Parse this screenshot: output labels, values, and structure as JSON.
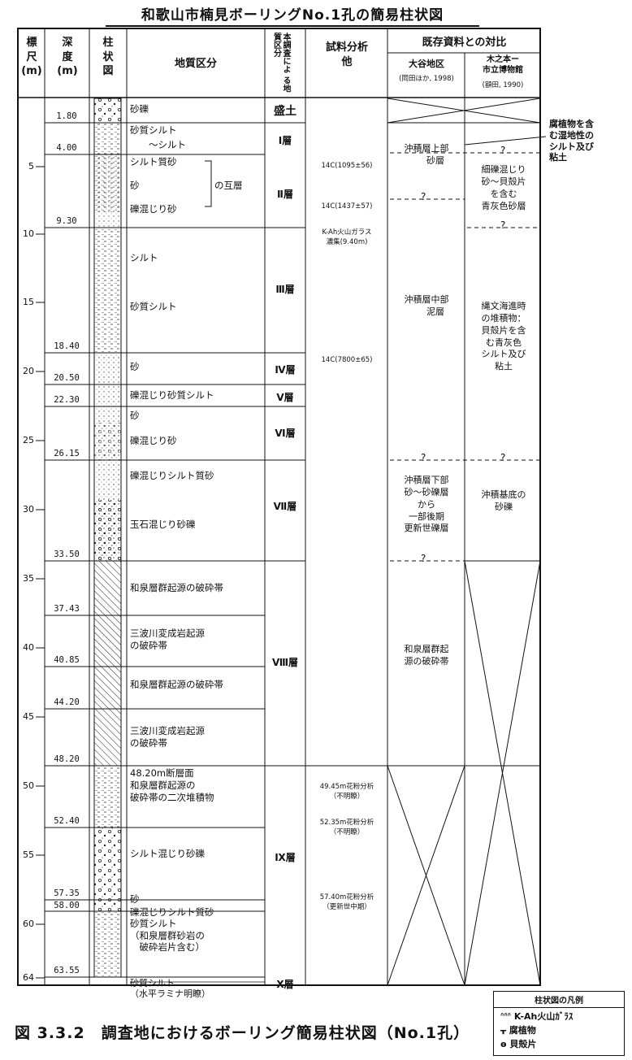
{
  "title": "和歌山市楠見ボーリングNo.1孔の簡易柱状図",
  "headers": {
    "scale": "標\n尺\n(m)",
    "depth": "深\n度\n(m)",
    "column": "柱\n状\n図",
    "geology": "地質区分",
    "survey_division": "本調査によ る地質区分",
    "analysis": "試料分析\n他",
    "comparison": "既存資料との対比",
    "ootani": "大谷地区",
    "ootani_ref": "(岡田ほか, 1998)",
    "museum": "木之本ー\n市立博物館",
    "museum_ref": "(額田, 1990)"
  },
  "scale_ticks": [
    "5",
    "10",
    "15",
    "20",
    "25",
    "30",
    "35",
    "40",
    "45",
    "50",
    "55",
    "60",
    "64"
  ],
  "depths": [
    "1.80",
    "4.00",
    "9.30",
    "18.40",
    "20.50",
    "22.30",
    "26.15",
    "33.50",
    "37.43",
    "40.85",
    "44.20",
    "48.20",
    "52.40",
    "57.35",
    "58.00",
    "63.55"
  ],
  "geology": [
    "砂礫",
    "砂質シルト\n　　〜シルト",
    "シルト質砂\n\n砂\n\n礫混じり砂",
    "の互層",
    "シルト\n\n\n\n砂質シルト",
    "砂",
    "礫混じり砂質シルト",
    "砂\n\n礫混じり砂",
    "礫混じりシルト質砂\n\n\n\n玉石混じり砂礫",
    "和泉層群起源の破砕帯",
    "三波川変成岩起源\nの破砕帯",
    "和泉層群起源の破砕帯",
    "三波川変成岩起源\nの破砕帯",
    "48.20m断層面\n和泉層群起源の\n破砕帯の二次堆積物",
    "シルト混じり砂礫",
    "砂",
    "礫混じりシルト質砂\n砂質シルト\n（和泉層群砂岩の\n　破砕岩片含む）",
    "砂質シルト\n（水平ラミナ明瞭）"
  ],
  "layers": [
    "盛土",
    "Ⅰ層",
    "Ⅱ層",
    "Ⅲ層",
    "Ⅳ層",
    "Ⅴ層",
    "Ⅵ層",
    "Ⅶ層",
    "Ⅷ層",
    "Ⅸ層",
    "Ⅹ層"
  ],
  "analysis": [
    "14C(1095±56)",
    "14C(1437±57)",
    "K-Ah火山ガラス\n濃集(9.40m)",
    "14C(7800±65)",
    "49.45m花粉分析\n（不明瞭）",
    "52.35m花粉分析\n（不明瞭）",
    "57.40m花粉分析\n（更新世中期）"
  ],
  "ootani": [
    "沖積層上部\n　　砂層",
    "沖積層中部\n　　泥層",
    "沖積層下部\n砂〜砂礫層\nから\n一部後期\n更新世礫層",
    "和泉層群起\n源の破砕帯"
  ],
  "museum": [
    "細礫混じり\n砂〜貝殻片\nを含む\n青灰色砂層",
    "縄文海進時\nの堆積物：\n貝殻片を含\nむ青灰色\nシルト及び\n粘土",
    "沖積基底の\n砂礫"
  ],
  "question_mark": "?",
  "note": "腐植物を含\nむ湿地性の\nシルト及び\n粘土",
  "caption": "図 3.3.2　調査地におけるボーリング簡易柱状図（No.1孔）",
  "legend": {
    "title": "柱状図の凡例",
    "items": [
      "K-Ah火山ｶﾞﾗｽ",
      "腐植物",
      "貝殻片"
    ],
    "symbols": [
      "ᐢᐢᐢ",
      "ᚁ",
      "ɵ"
    ]
  }
}
